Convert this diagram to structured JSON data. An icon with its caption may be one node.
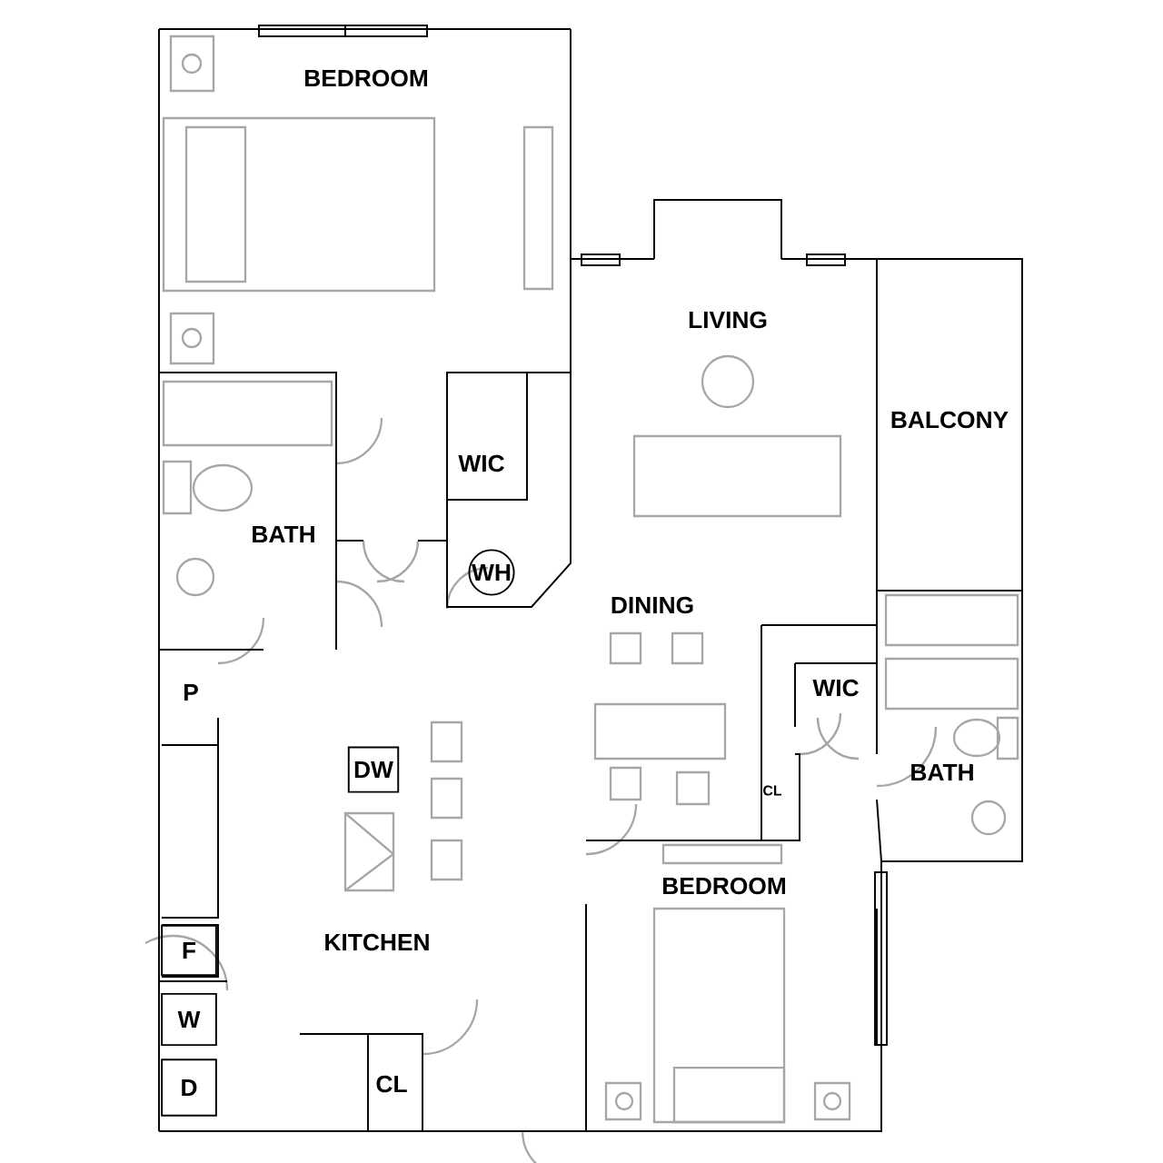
{
  "diagram": {
    "nodes": [
      {
        "text": [
          "WH"
        ]
      },
      {
        "text": [
          "DW"
        ]
      },
      {
        "text": [
          "F"
        ]
      },
      {
        "text": [
          "W"
        ]
      },
      {
        "text": [
          "D"
        ]
      }
    ],
    "labels": [
      "BEDROOM",
      "LIVING",
      "BALCONY",
      "WIC",
      "BATH",
      "DINING",
      "P",
      "WIC",
      "BATH",
      "CL",
      "BEDROOM",
      "KITCHEN",
      "CL"
    ]
  }
}
